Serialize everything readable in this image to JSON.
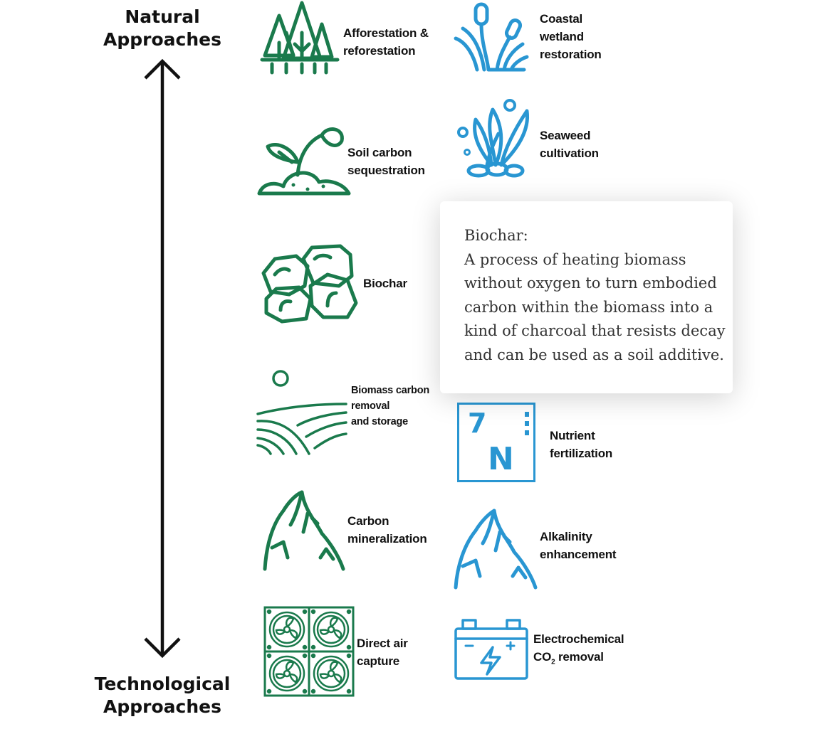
{
  "axis": {
    "top_label": [
      "Natural",
      "Approaches"
    ],
    "bottom_label": [
      "Technological",
      "Approaches"
    ]
  },
  "approaches": {
    "afforestation": [
      "Afforestation &",
      "reforestation"
    ],
    "coastal_wetland": [
      "Coastal",
      "wetland",
      "restoration"
    ],
    "soil_carbon": [
      "Soil carbon",
      "sequestration"
    ],
    "seaweed": [
      "Seaweed",
      "cultivation"
    ],
    "biochar": [
      "Biochar"
    ],
    "bioenergy": [
      "Biomass carbon",
      "removal",
      "and storage"
    ],
    "nutrient": [
      "Nutrient",
      "fertilization"
    ],
    "nutrient_symbol": {
      "number": "7",
      "letter": "N"
    },
    "mineralization": [
      "Carbon",
      "mineralization"
    ],
    "alkalinity": [
      "Alkalinity",
      "enhancement"
    ],
    "dac": [
      "Direct air",
      "capture"
    ],
    "electrochemical": {
      "line1": "Electrochemical",
      "co": "CO",
      "sub": "2",
      "rest": " removal"
    }
  },
  "tooltip": {
    "title": "Biochar:",
    "lines": [
      "A process of heating biomass",
      "without oxygen to turn embodied",
      "carbon within the biomass into a",
      "kind of charcoal that resists decay",
      "and can be used as a soil additive."
    ]
  },
  "colors": {
    "natural_green": "#1a7a4c",
    "marine_blue": "#2996d2",
    "axis": "#111111"
  }
}
